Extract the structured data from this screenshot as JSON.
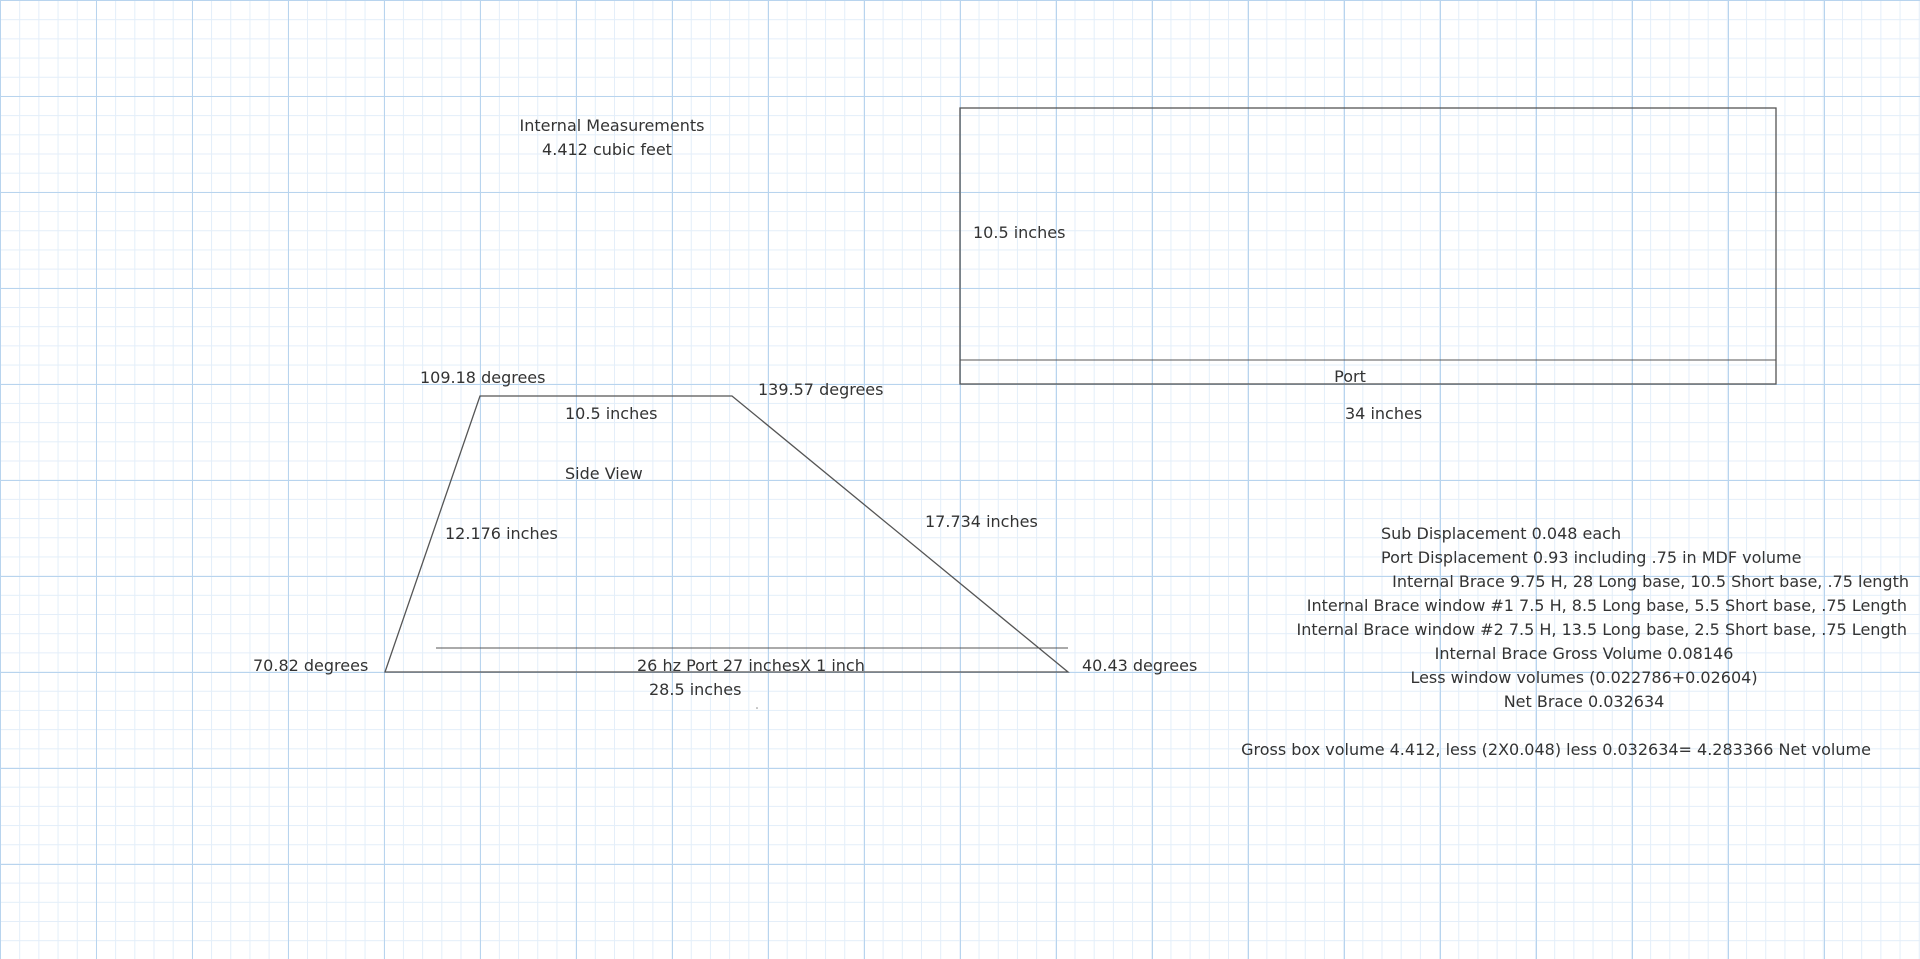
{
  "top_note": {
    "line1": "Internal Measurements",
    "line2": "4.412 cubic feet"
  },
  "side_view": {
    "title": "Side View",
    "top_left_angle": "109.18 degrees",
    "top_right_angle": "139.57 degrees",
    "bottom_left_angle": "70.82 degrees",
    "bottom_right_angle": "40.43 degrees",
    "top_length": "10.5 inches",
    "left_side_length": "12.176 inches",
    "right_side_length": "17.734 inches",
    "bottom_length": "28.5 inches",
    "port_label": "26 hz  Port  27 inchesX 1 inch"
  },
  "front_view": {
    "height_label": "10.5 inches",
    "port_label": "Port",
    "width_label": "34 inches"
  },
  "notes": {
    "sub_displacement": "Sub Displacement 0.048 each",
    "port_displacement": "Port Displacement 0.93 including .75 in MDF volume",
    "internal_brace": "Internal Brace 9.75 H, 28 Long base, 10.5 Short base, .75 length",
    "brace_window_1": "Internal Brace window #1 7.5 H, 8.5 Long base, 5.5 Short base, .75 Length",
    "brace_window_2": "Internal Brace window #2 7.5 H, 13.5 Long base, 2.5 Short base, .75 Length",
    "brace_gross": "Internal Brace Gross Volume 0.08146",
    "less_windows": "Less window volumes (0.022786+0.02604)",
    "net_brace": "Net Brace  0.032634",
    "gross_box": "Gross box volume 4.412, less (2X0.048) less 0.032634= 4.283366 Net volume"
  },
  "colors": {
    "grid_major": "#b8d4ee",
    "grid_minor": "#e3eef9",
    "line": "#555555",
    "text": "#333333"
  }
}
